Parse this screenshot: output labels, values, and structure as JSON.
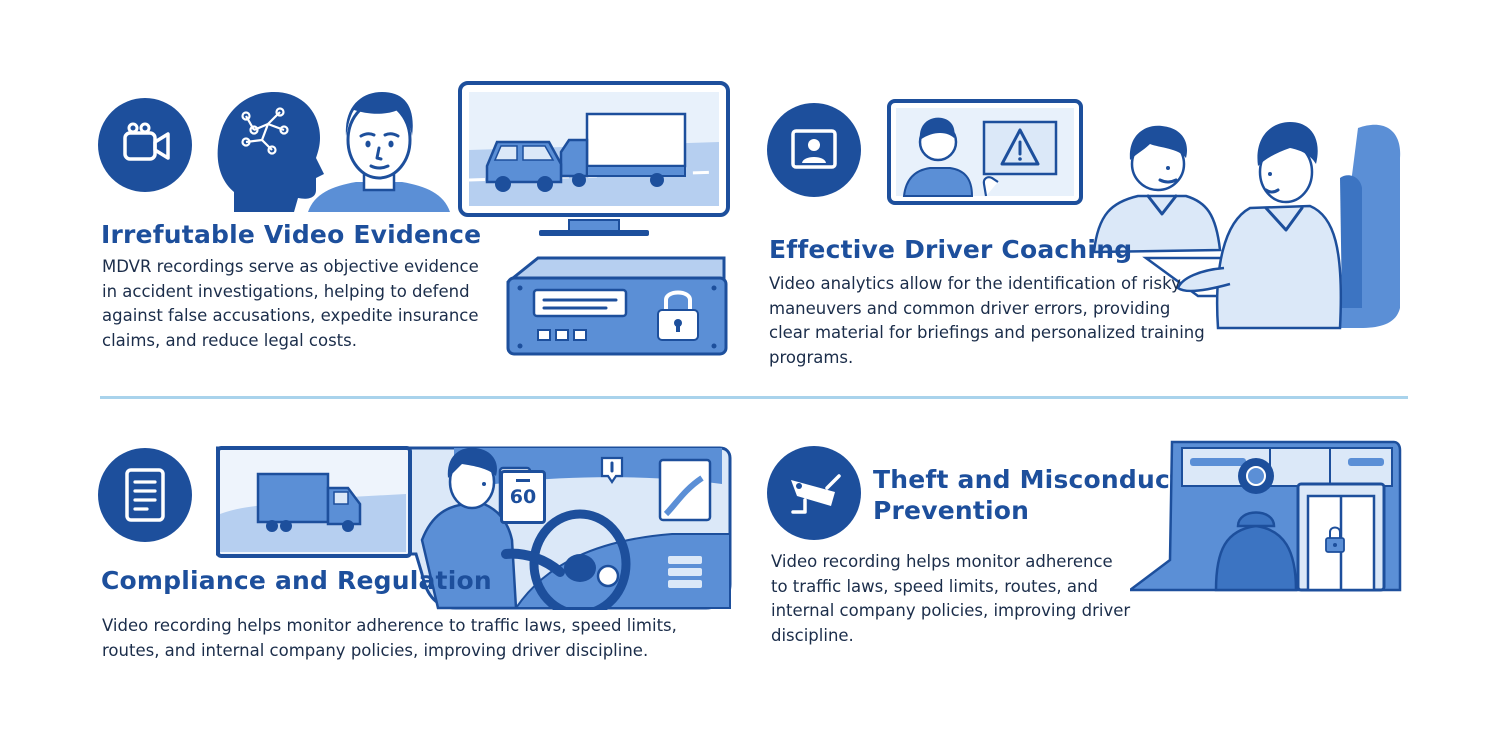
{
  "sections": {
    "evidence": {
      "title": "Irrefutable Video Evidence",
      "description": "MDVR recordings serve as objective evidence in accident investigations, helping to defend against false accusations, expedite insurance claims, and reduce legal costs.",
      "icon": "video-camera-icon"
    },
    "coaching": {
      "title": "Effective Driver Coaching",
      "description": "Video analytics allow for the identification of risky maneuvers and common driver errors, providing clear material for briefings and personalized training programs.",
      "icon": "user-screen-icon"
    },
    "compliance": {
      "title": "Compliance and Regulation",
      "description": "Video recording helps monitor adherence to traffic laws, speed limits, routes, and internal company policies, improving driver discipline.",
      "icon": "document-icon",
      "speed_sign": "60"
    },
    "theft": {
      "title_line1": "Theft and Misconduct",
      "title_line2": "Prevention",
      "description": "Video recording helps monitor adherence to traffic laws, speed limits, routes, and internal company policies, improving driver discipline.",
      "icon": "security-camera-icon"
    }
  },
  "colors": {
    "primary": "#1d4f9c",
    "illustration_fill": "#5b8fd6",
    "illustration_light": "#dbe8f8",
    "divider": "#a9d3ec",
    "text": "#1b2d4a"
  }
}
